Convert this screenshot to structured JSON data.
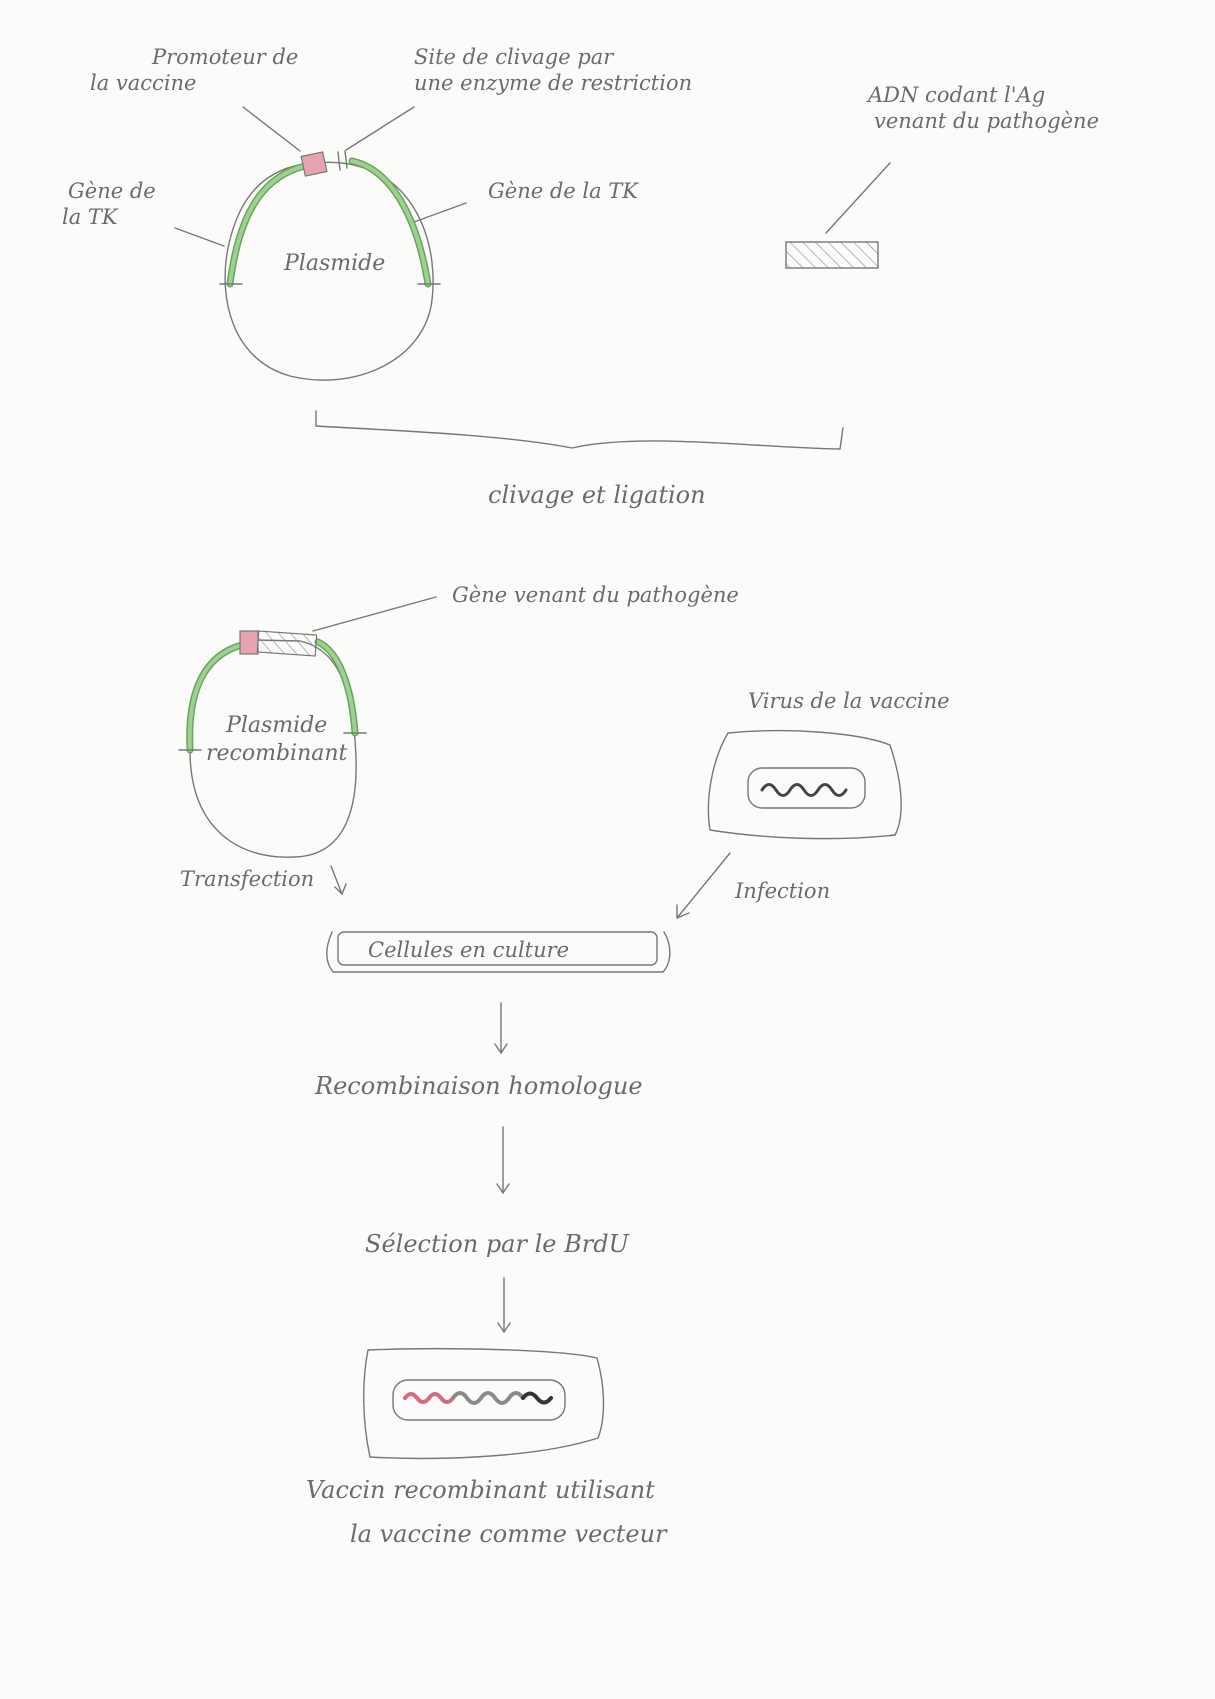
{
  "colors": {
    "pencil": "#777777",
    "tk_gene": "#9cd18f",
    "tk_gene_stroke": "#6aa45c",
    "promoter": "#e6a3b0",
    "dna_pink": "#d86a80",
    "background": "#fbfbfa"
  },
  "top": {
    "promoter_label": [
      "Promoteur de",
      "la vaccine"
    ],
    "site_label": [
      "Site de clivage par",
      "une enzyme de restriction"
    ],
    "tk_left_label": [
      "Gène de",
      "la TK"
    ],
    "tk_right_label": "Gène de la TK",
    "plasmid_label": "Plasmide",
    "dna_label": [
      "ADN codant l'Ag",
      "venant du pathogène"
    ],
    "brace_label": "clivage et ligation"
  },
  "middle": {
    "pathogen_gene_label": "Gène venant du pathogène",
    "recombinant_plasmid_label": [
      "Plasmide",
      "recombinant"
    ],
    "virus_label": "Virus de la vaccine",
    "transfection_label": "Transfection",
    "infection_label": "Infection",
    "cells_label": "Cellules en culture"
  },
  "bottom": {
    "step1": "Recombinaison homologue",
    "step2": "Sélection par le BrdU",
    "final_label": [
      "Vaccin recombinant utilisant",
      "la vaccine comme vecteur"
    ]
  }
}
